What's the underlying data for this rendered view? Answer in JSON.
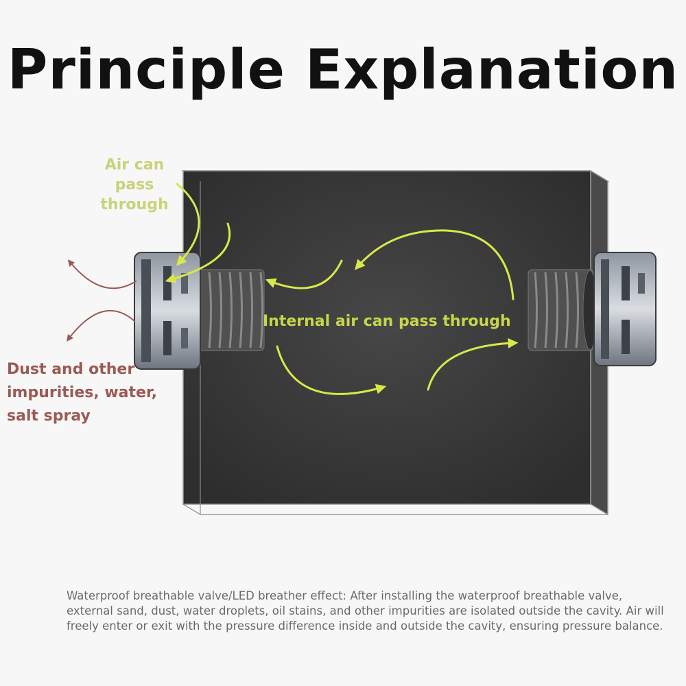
{
  "title": "Principle Explanation",
  "labels": {
    "air_pass": "Air can pass through",
    "internal_air": "Internal air can pass through",
    "impurities": "Dust and other impurities, water, salt spray"
  },
  "caption": "Waterproof breathable valve/LED breather effect: After installing the waterproof breathable valve, external sand, dust, water droplets, oil stains, and other impurities are isolated outside the cavity. Air will freely enter or exit with the pressure difference inside and outside the cavity, ensuring pressure balance.",
  "colors": {
    "air_arrow": "#d8e84a",
    "impurity_arrow": "#9a5a55",
    "cavity": "#3a3a3a",
    "background": "#f7f7f7"
  },
  "icons": [
    "breather-valve-icon",
    "threaded-stem-icon",
    "arrow-icon"
  ]
}
